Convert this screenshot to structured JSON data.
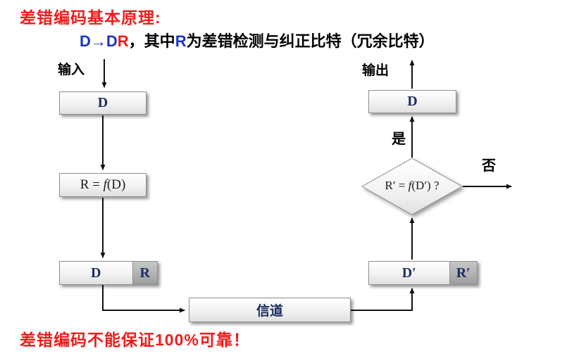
{
  "title": "差错编码基本原理:",
  "subtitle": {
    "d_to_d": "D→D",
    "r_red": "R",
    "mid": "，其中",
    "r_blue": "R",
    "rest": "为差错检测与纠正比特（冗余比特）"
  },
  "flow": {
    "input_label": "输入",
    "output_label": "输出",
    "yes_label": "是",
    "no_label": "否",
    "box_d_source": "D",
    "formula": {
      "lhs": "R = ",
      "func": "f",
      "arg": "(D)"
    },
    "encoded": {
      "d": "D",
      "r": "R"
    },
    "channel_label": "信道",
    "received": {
      "d": "D′",
      "r": "R′"
    },
    "decision": {
      "lhs": "R′ = ",
      "func": "f",
      "arg": "(D′) ?"
    },
    "box_d_output": "D"
  },
  "footer": "差错编码不能保证100%可靠！",
  "colors": {
    "title_red": "#ee1c1c",
    "subtitle_blue": "#1a35c8",
    "letter_navy": "#1c2e63"
  }
}
